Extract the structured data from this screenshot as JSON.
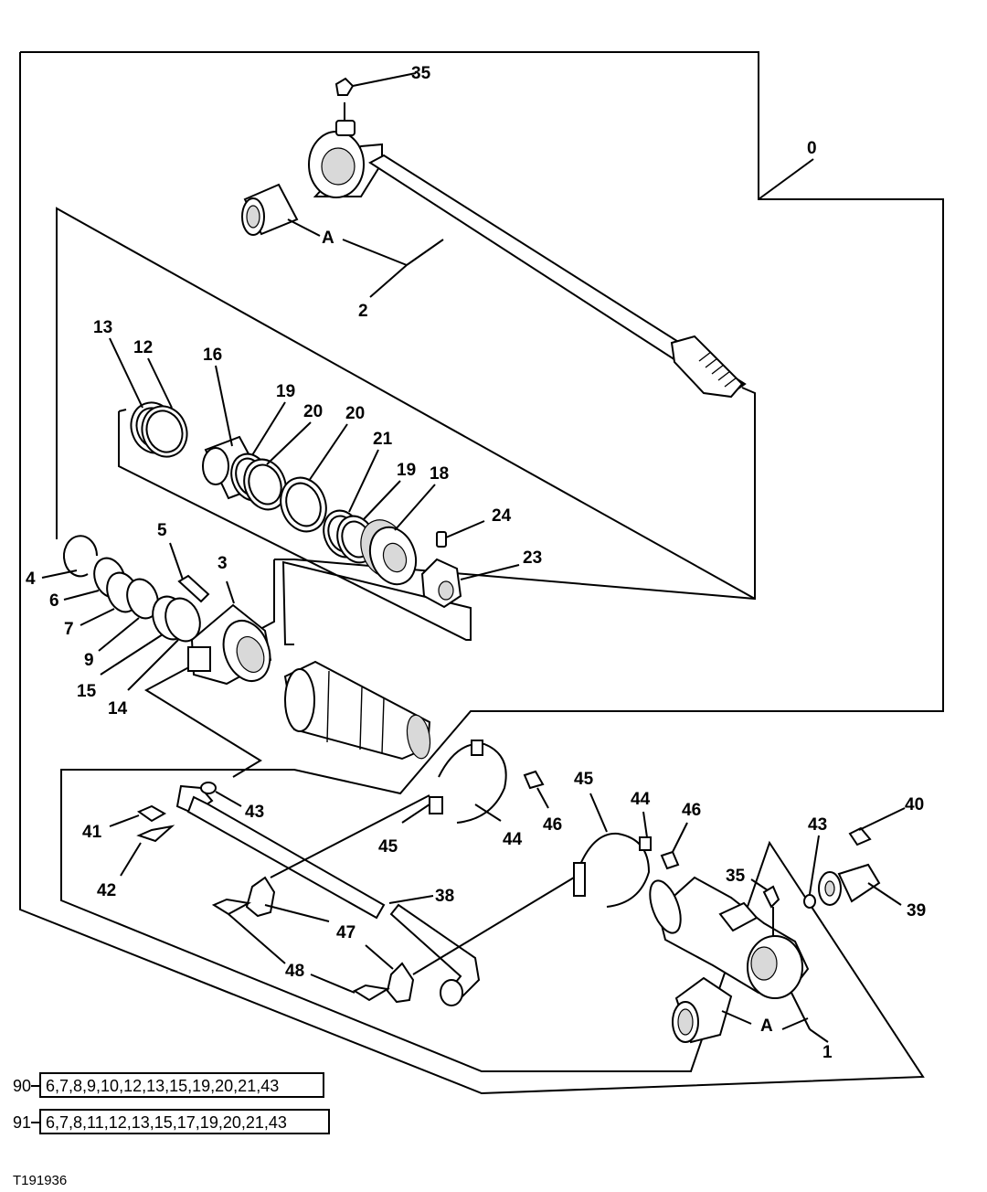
{
  "callouts": {
    "c0": "0",
    "c1": "1",
    "c2": "2",
    "c3": "3",
    "c4": "4",
    "c5": "5",
    "c6": "6",
    "c7": "7",
    "c9": "9",
    "c12": "12",
    "c13": "13",
    "c14": "14",
    "c15": "15",
    "c16": "16",
    "c18": "18",
    "c19a": "19",
    "c19b": "19",
    "c20a": "20",
    "c20b": "20",
    "c21": "21",
    "c23": "23",
    "c24": "24",
    "c35a": "35",
    "c35b": "35",
    "c38": "38",
    "c39": "39",
    "c40": "40",
    "c41": "41",
    "c42": "42",
    "c43a": "43",
    "c43b": "43",
    "c44a": "44",
    "c44b": "44",
    "c45a": "45",
    "c45b": "45",
    "c46a": "46",
    "c46b": "46",
    "c47": "47",
    "c48": "48",
    "cA1": "A",
    "cA2": "A"
  },
  "kits": [
    {
      "number": "90",
      "parts": "6,7,8,9,10,12,13,15,19,20,21,43"
    },
    {
      "number": "91",
      "parts": "6,7,8,11,12,13,15,17,19,20,21,43"
    }
  ],
  "figure_id": "T191936"
}
